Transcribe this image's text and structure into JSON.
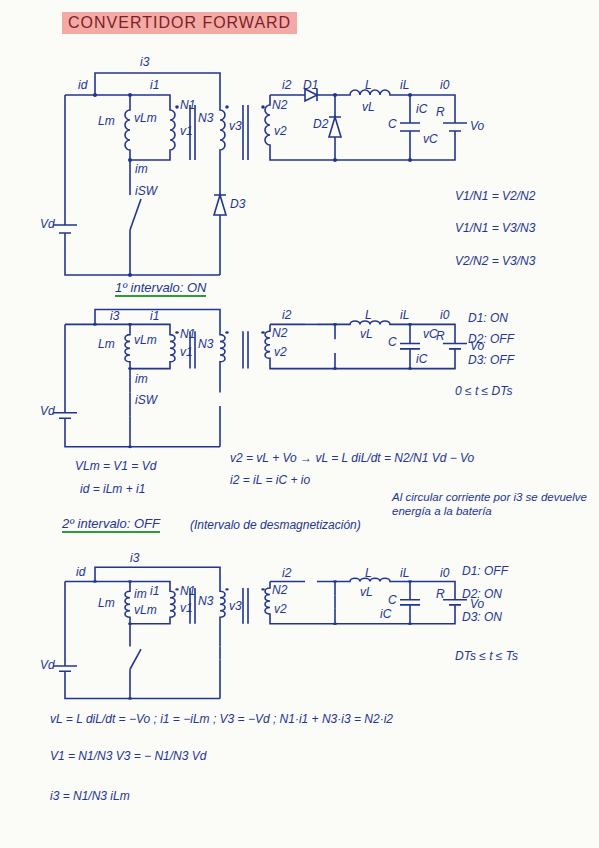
{
  "diagram": {
    "title": "CONVERTIDOR FORWARD",
    "labels": [
      "i3",
      "id",
      "i1",
      "N1",
      "N3",
      "v3",
      "N2",
      "Lm",
      "vLm",
      "v1",
      "im",
      "iSW",
      "Vd",
      "D3",
      "i2",
      "D1",
      "L",
      "iL",
      "i0",
      "v2",
      "D2",
      "vL",
      "C",
      "iC",
      "vC",
      "R",
      "Vo",
      "V1/N1 = V2/N2",
      "V1/N1 = V3/N3",
      "V2/N2 = V3/N3",
      "1º intervalo: ON",
      "i3",
      "i1",
      "N1",
      "N3",
      "N2",
      "Lm",
      "vLm",
      "v1",
      "im",
      "iSW",
      "Vd",
      "i2",
      "L",
      "iL",
      "i0",
      "v2",
      "vL",
      "C",
      "iC",
      "vC",
      "R",
      "Vo",
      "D1: ON",
      "D2: OFF",
      "D3: OFF",
      "0 ≤ t ≤ DTs",
      "VLm = V1 = Vd",
      "id = iLm + i1",
      "v2 = vL + Vo → vL = L diL/dt = N2/N1 Vd − Vo",
      "i2 = iL = iC + io",
      "Al circular corriente por i3 se devuelve energía a la batería",
      "2º intervalo: OFF",
      "(Intervalo de desmagnetización)",
      "id",
      "i3",
      "i1",
      "N1",
      "im",
      "vLm",
      "Lm",
      "v1",
      "N3",
      "v3",
      "N2",
      "Vd",
      "i2",
      "v2",
      "L",
      "iL",
      "i0",
      "vL",
      "C",
      "iC",
      "R",
      "Vo",
      "D1: OFF",
      "D2: ON",
      "D3: ON",
      "DTs ≤ t ≤ Ts",
      "vL = L diL/dt = −Vo ; i1 = −iLm ; V3 = −Vd ; N1·i1 + N3·i3 = N2·i2",
      "V1 = N1/N3 V3 = − N1/N3 Vd",
      "i3 = N1/N3 iLm"
    ]
  }
}
